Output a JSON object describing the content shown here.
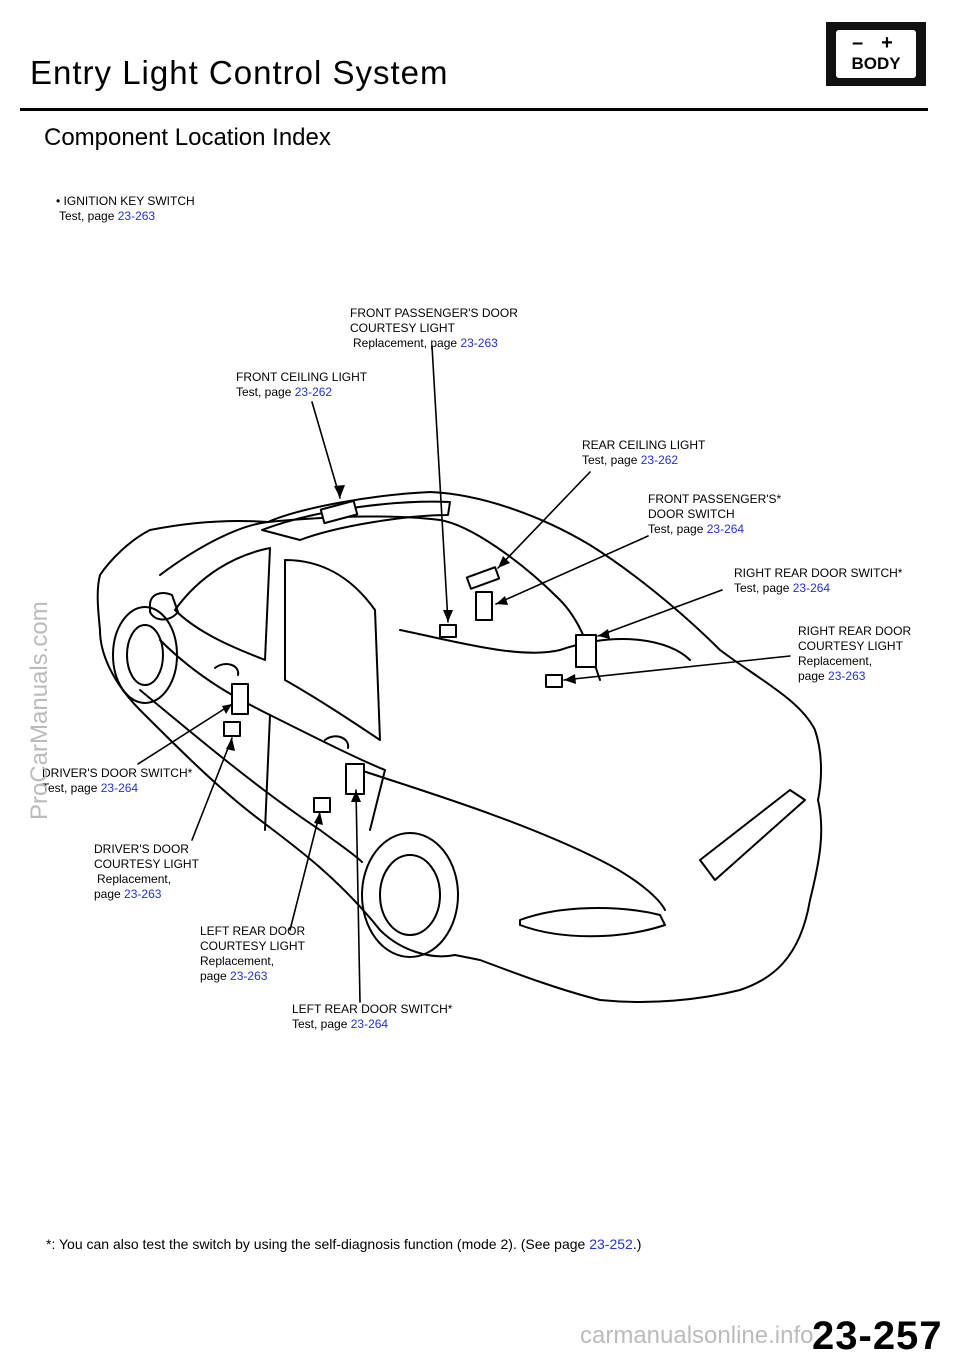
{
  "header": {
    "title": "Entry Light Control System",
    "subtitle": "Component Location Index",
    "badge": {
      "minus": "–",
      "plus": "+",
      "label": "BODY"
    }
  },
  "labels": {
    "ignition_key_switch": {
      "name": "• IGNITION KEY SWITCH",
      "prefix": "Test, page",
      "link": "23-263"
    },
    "front_passenger_door_courtesy_light": {
      "name1": "FRONT PASSENGER'S DOOR",
      "name2": "COURTESY LIGHT",
      "prefix": "Replacement, page",
      "link": "23-263"
    },
    "front_ceiling_light": {
      "name": "FRONT CEILING LIGHT",
      "prefix": "Test, page",
      "link": "23-262"
    },
    "rear_ceiling_light": {
      "name": "REAR CEILING LIGHT",
      "prefix": "Test, page",
      "link": "23-262"
    },
    "front_passenger_door_switch": {
      "name1": "FRONT PASSENGER'S*",
      "name2": "DOOR SWITCH",
      "prefix": "Test, page",
      "link": "23-264"
    },
    "right_rear_door_switch": {
      "name": "RIGHT REAR DOOR SWITCH*",
      "prefix": "Test, page",
      "link": "23-264"
    },
    "right_rear_door_courtesy_light": {
      "name1": "RIGHT REAR DOOR",
      "name2": "COURTESY LIGHT",
      "prefix1": "Replacement,",
      "prefix2": "page",
      "link": "23-263"
    },
    "drivers_door_switch": {
      "name": "DRIVER'S DOOR SWITCH*",
      "prefix": "Test, page",
      "link": "23-264"
    },
    "drivers_door_courtesy_light": {
      "name1": "DRIVER'S DOOR",
      "name2": "COURTESY LIGHT",
      "prefix1": "Replacement,",
      "prefix2": "page",
      "link": "23-263"
    },
    "left_rear_door_courtesy_light": {
      "name1": "LEFT REAR DOOR",
      "name2": "COURTESY LIGHT",
      "prefix1": "Replacement,",
      "prefix2": "page",
      "link": "23-263"
    },
    "left_rear_door_switch": {
      "name": "LEFT REAR DOOR SWITCH*",
      "prefix": "Test, page",
      "link": "23-264"
    }
  },
  "footnote": {
    "text": "*: You can also test the switch by using the self-diagnosis function (mode 2). (See page",
    "link": "23-252",
    "suffix": ".)"
  },
  "page_number": "23-257",
  "watermark": {
    "side": "ProCarManuals.com",
    "bottom": "carmanualsonline.info"
  }
}
